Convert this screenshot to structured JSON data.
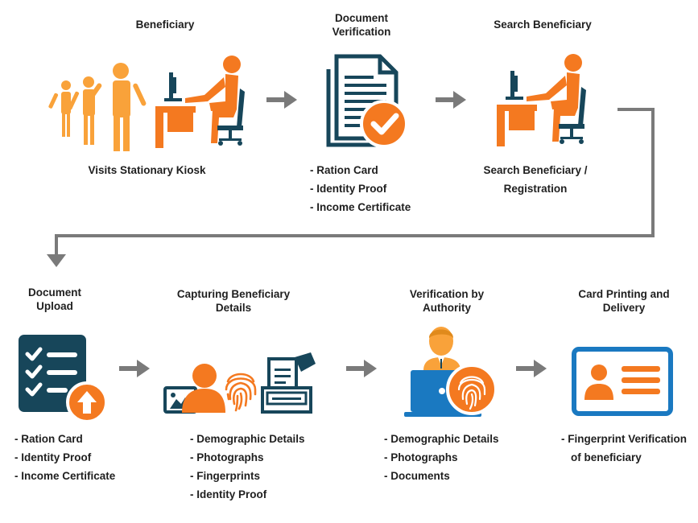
{
  "colors": {
    "orange": "#f47920",
    "light_orange": "#f9a23a",
    "navy": "#17465a",
    "blue": "#1a79c1",
    "arrow": "#7a7a7a"
  },
  "steps": [
    {
      "title": "Beneficiary",
      "items": [
        "Visits Stationary Kiosk"
      ],
      "icons": [
        "family-icon",
        "kiosk-user-icon"
      ]
    },
    {
      "title": "Document Verification",
      "items": [
        "- Ration Card",
        "- Identity Proof",
        "- Income Certificate"
      ],
      "icons": [
        "document-check-icon"
      ]
    },
    {
      "title": "Search Beneficiary",
      "items": [
        "Search Beneficiary /",
        "Registration"
      ],
      "icons": [
        "kiosk-user-icon"
      ]
    },
    {
      "title": "Document Upload",
      "items": [
        "- Ration Card",
        "- Identity Proof",
        "- Income Certificate"
      ],
      "icons": [
        "checklist-upload-icon"
      ]
    },
    {
      "title": "Capturing Beneficiary Details",
      "items": [
        "- Demographic Details",
        "- Photographs",
        "- Fingerprints",
        "- Identity Proof"
      ],
      "icons": [
        "photo-icon",
        "person-icon",
        "fingerprint-icon",
        "document-scanner-icon"
      ]
    },
    {
      "title": "Verification by Authority",
      "items": [
        "- Demographic Details",
        "- Photographs",
        "- Documents"
      ],
      "icons": [
        "authority-laptop-fingerprint-icon"
      ]
    },
    {
      "title": "Card Printing and Delivery",
      "items": [
        "- Fingerprint Verification",
        "of beneficiary"
      ],
      "icons": [
        "id-card-icon"
      ]
    }
  ]
}
